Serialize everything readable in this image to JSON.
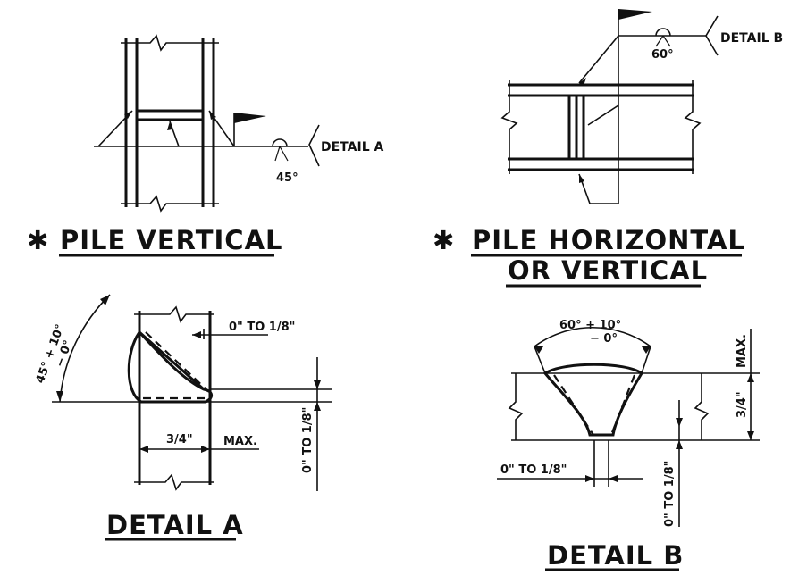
{
  "labels": {
    "pile_vertical": "PILE VERTICAL",
    "pile_horizontal_line1": "PILE HORIZONTAL",
    "pile_horizontal_line2": "OR VERTICAL",
    "asterisk": "✱",
    "detail_a_title": "DETAIL A",
    "detail_b_title": "DETAIL B",
    "detail_a_callout": "DETAIL A",
    "detail_b_callout": "DETAIL B"
  },
  "dimensions": {
    "angle_45": "45°",
    "angle_60": "60°",
    "angle_a_main": "45° + 10°",
    "angle_a_tol": "− 0°",
    "angle_b_main": "60° + 10°",
    "angle_b_tol": "− 0°",
    "gap_a": "0\" TO 1/8\"",
    "gap_b_root": "0\" TO 1/8\"",
    "gap_a_vertical": "0\" TO 1/8\"",
    "gap_b_vertical": "0\" TO 1/8\"",
    "thick_a": "3/4\"",
    "max_a": "MAX.",
    "thick_b": "3/4\"",
    "max_b": "MAX."
  }
}
